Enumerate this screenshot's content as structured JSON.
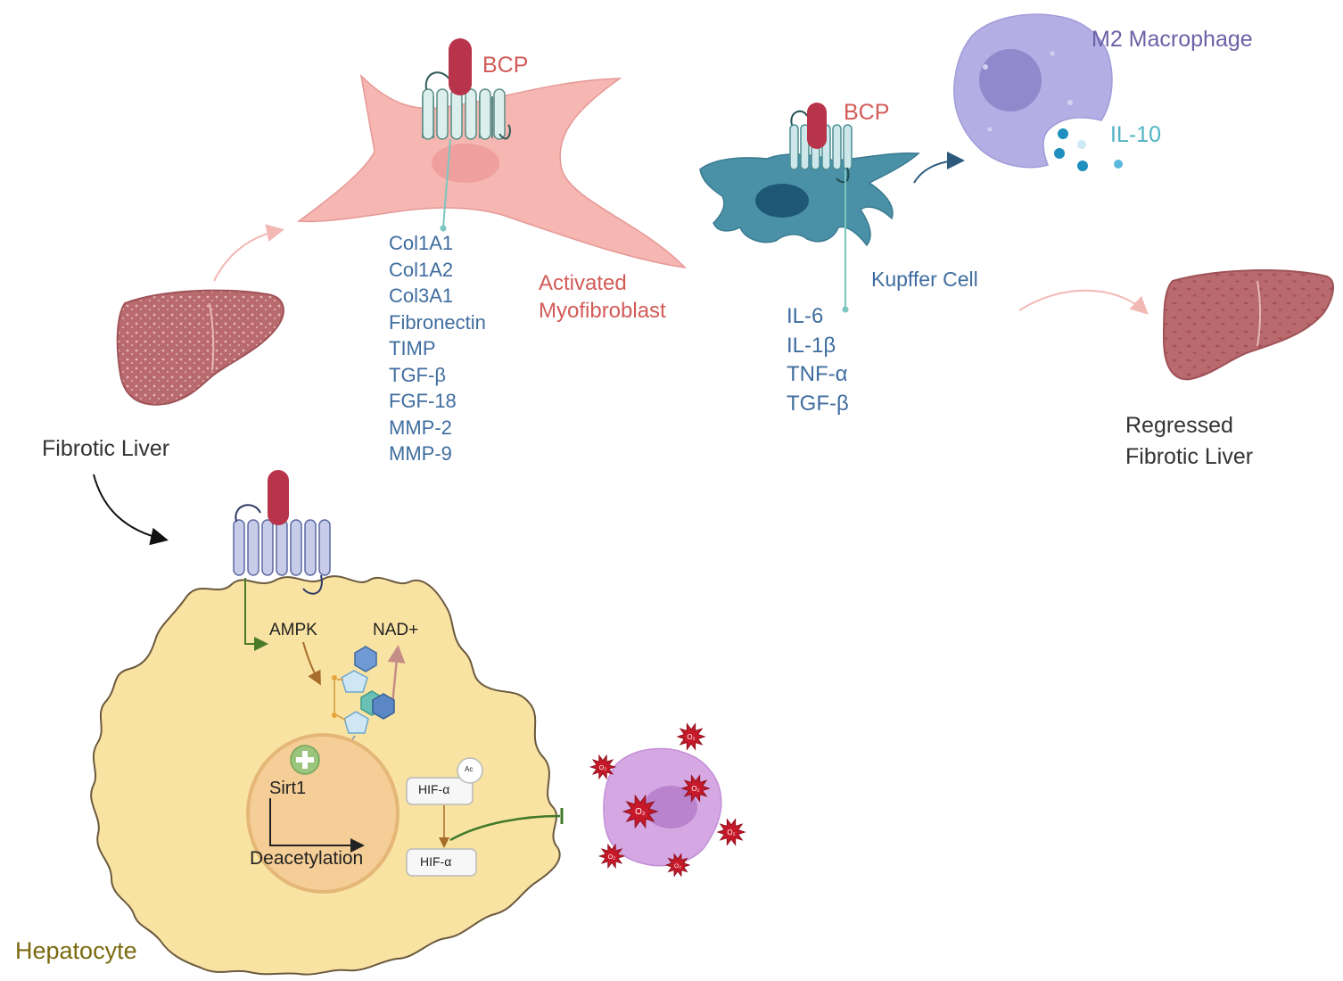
{
  "bcp_label": "BCP",
  "myofibroblast": {
    "label_line1": "Activated",
    "label_line2": "Myofibroblast",
    "markers": [
      "Col1A1",
      "Col1A2",
      "Col3A1",
      "Fibronectin",
      "TIMP",
      "TGF-β",
      "FGF-18",
      "MMP-2",
      "MMP-9"
    ]
  },
  "kupffer": {
    "label": "Kupffer Cell",
    "cytokines": [
      "IL-6",
      "IL-1β",
      "TNF-α",
      "TGF-β"
    ]
  },
  "macrophage": {
    "label": "M2 Macrophage",
    "cytokine": "IL-10"
  },
  "fibrotic_liver": "Fibrotic Liver",
  "regressed_liver_line1": "Regressed",
  "regressed_liver_line2": "Fibrotic Liver",
  "hepatocyte": {
    "label": "Hepatocyte",
    "ampk": "AMPK",
    "nad": "NAD+",
    "sirt1": "Sirt1",
    "deacetylation": "Deacetylation",
    "hif_top": "HIF-α",
    "hif_bottom": "HIF-α",
    "acetyl": "Ac"
  },
  "ros_label": "O₂",
  "colors": {
    "myofibroblast": "#f6b6b2",
    "kupffer": "#4a91a8",
    "macrophage": "#b3aee3",
    "hepatocyte": "#f9e3a3",
    "receptor_red": "#b8344a",
    "liver": "#b86a6e"
  }
}
